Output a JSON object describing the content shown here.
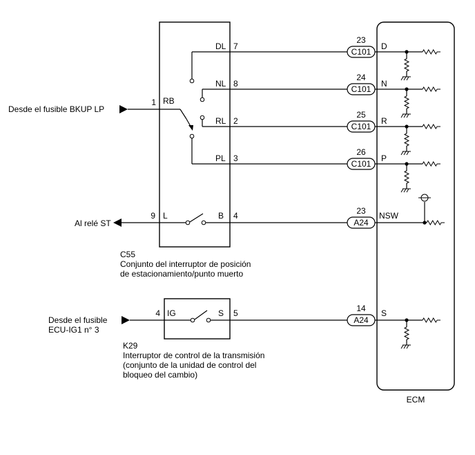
{
  "sources": {
    "bkup": "Desde el fusible BKUP LP",
    "st_relay": "Al relé ST",
    "ecu_ig1_line1": "Desde el fusible",
    "ecu_ig1_line2": "ECU-IG1 n° 3"
  },
  "c55": {
    "code": "C55",
    "desc_line1": "Conjunto del interruptor de posición",
    "desc_line2": "de estacionamiento/punto muerto",
    "terminals": [
      {
        "name": "DL",
        "pin": "7"
      },
      {
        "name": "NL",
        "pin": "8"
      },
      {
        "name": "RL",
        "pin": "2"
      },
      {
        "name": "PL",
        "pin": "3"
      }
    ],
    "rb_name": "RB",
    "rb_pin": "1",
    "l_name": "L",
    "l_pin": "9",
    "b_name": "B",
    "b_pin": "4"
  },
  "k29": {
    "code": "K29",
    "desc_line1": "Interruptor de control de la transmisión",
    "desc_line2": "(conjunto de la unidad de control del",
    "desc_line3": "bloqueo del cambio)",
    "ig_name": "IG",
    "ig_pin": "4",
    "s_name": "S",
    "s_pin": "5"
  },
  "ecm": {
    "label": "ECM",
    "connections": [
      {
        "pin": "23",
        "connector": "C101",
        "terminal": "D"
      },
      {
        "pin": "24",
        "connector": "C101",
        "terminal": "N"
      },
      {
        "pin": "25",
        "connector": "C101",
        "terminal": "R"
      },
      {
        "pin": "26",
        "connector": "C101",
        "terminal": "P"
      },
      {
        "pin": "23",
        "connector": "A24",
        "terminal": "NSW"
      },
      {
        "pin": "14",
        "connector": "A24",
        "terminal": "S"
      }
    ]
  }
}
